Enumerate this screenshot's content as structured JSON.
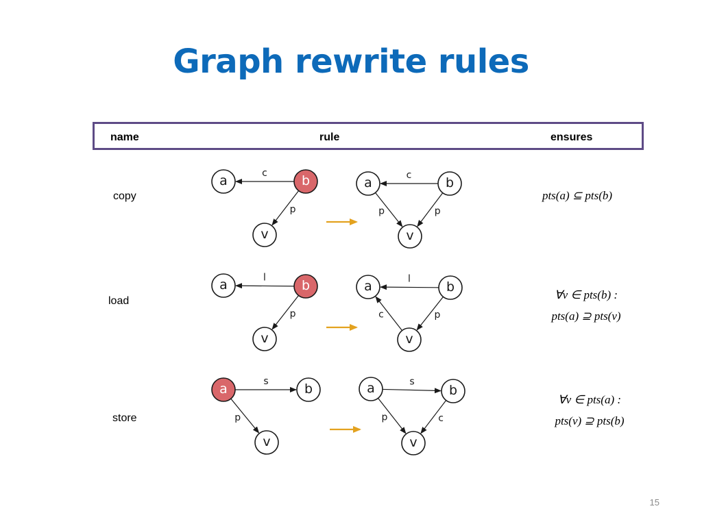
{
  "title": "Graph rewrite rules",
  "header": {
    "name": "name",
    "rule": "rule",
    "ensures": "ensures"
  },
  "colors": {
    "title": "#0d6ab9",
    "header_border": "#5e4b86",
    "highlight_node": "#d9676a",
    "transform_arrow": "#e3a21f"
  },
  "rules": [
    {
      "name": "copy",
      "ensures": [
        "pts(a) ⊆ pts(b)"
      ],
      "before": {
        "nodes": [
          {
            "id": "a",
            "label": "a"
          },
          {
            "id": "b",
            "label": "b",
            "highlight": true
          },
          {
            "id": "v",
            "label": "v"
          }
        ],
        "edges": [
          {
            "from": "b",
            "to": "a",
            "label": "c"
          },
          {
            "from": "b",
            "to": "v",
            "label": "p"
          }
        ]
      },
      "after": {
        "nodes": [
          {
            "id": "a",
            "label": "a"
          },
          {
            "id": "b",
            "label": "b"
          },
          {
            "id": "v",
            "label": "v"
          }
        ],
        "edges": [
          {
            "from": "b",
            "to": "a",
            "label": "c"
          },
          {
            "from": "a",
            "to": "v",
            "label": "p"
          },
          {
            "from": "b",
            "to": "v",
            "label": "p"
          }
        ]
      }
    },
    {
      "name": "load",
      "ensures": [
        "∀v ∈ pts(b) :",
        "pts(a) ⊇ pts(v)"
      ],
      "before": {
        "nodes": [
          {
            "id": "a",
            "label": "a"
          },
          {
            "id": "b",
            "label": "b",
            "highlight": true
          },
          {
            "id": "v",
            "label": "v"
          }
        ],
        "edges": [
          {
            "from": "b",
            "to": "a",
            "label": "l"
          },
          {
            "from": "b",
            "to": "v",
            "label": "p"
          }
        ]
      },
      "after": {
        "nodes": [
          {
            "id": "a",
            "label": "a"
          },
          {
            "id": "b",
            "label": "b"
          },
          {
            "id": "v",
            "label": "v"
          }
        ],
        "edges": [
          {
            "from": "b",
            "to": "a",
            "label": "l"
          },
          {
            "from": "v",
            "to": "a",
            "label": "c"
          },
          {
            "from": "b",
            "to": "v",
            "label": "p"
          }
        ]
      }
    },
    {
      "name": "store",
      "ensures": [
        "∀v ∈ pts(a) :",
        "pts(v) ⊇ pts(b)"
      ],
      "before": {
        "nodes": [
          {
            "id": "a",
            "label": "a",
            "highlight": true
          },
          {
            "id": "b",
            "label": "b"
          },
          {
            "id": "v",
            "label": "v"
          }
        ],
        "edges": [
          {
            "from": "a",
            "to": "b",
            "label": "s"
          },
          {
            "from": "a",
            "to": "v",
            "label": "p"
          }
        ]
      },
      "after": {
        "nodes": [
          {
            "id": "a",
            "label": "a"
          },
          {
            "id": "b",
            "label": "b"
          },
          {
            "id": "v",
            "label": "v"
          }
        ],
        "edges": [
          {
            "from": "a",
            "to": "b",
            "label": "s"
          },
          {
            "from": "a",
            "to": "v",
            "label": "p"
          },
          {
            "from": "b",
            "to": "v",
            "label": "c"
          }
        ]
      }
    }
  ],
  "page_number": "15"
}
